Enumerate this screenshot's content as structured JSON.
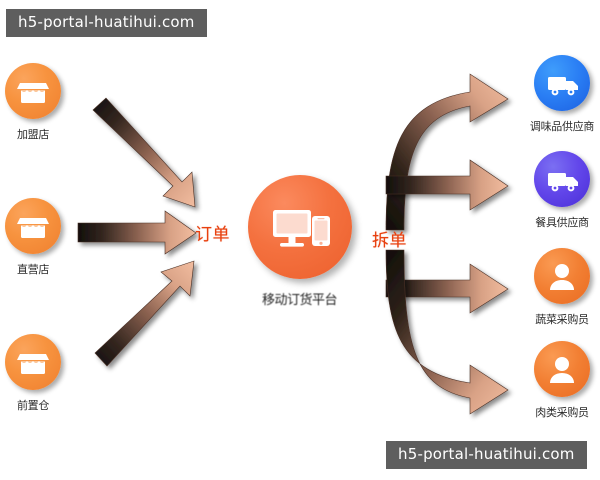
{
  "watermarks": {
    "top": "h5-portal-huatihui.com",
    "bottom": "h5-portal-huatihui.com"
  },
  "center": {
    "label": "移动订货平台",
    "icon": "desktop-mobile-icon",
    "color": "#f4713f"
  },
  "flow_labels": {
    "order": "订单",
    "split": "拆单",
    "color": "#e8400e"
  },
  "sources": [
    {
      "label": "加盟店",
      "icon": "storefront-icon",
      "color": "#f7933f"
    },
    {
      "label": "直营店",
      "icon": "storefront-icon",
      "color": "#f7933f"
    },
    {
      "label": "前置仓",
      "icon": "storefront-icon",
      "color": "#f7933f"
    }
  ],
  "targets": [
    {
      "label": "调味品供应商",
      "icon": "delivery-truck-icon",
      "color": "#2a7ef4"
    },
    {
      "label": "餐具供应商",
      "icon": "delivery-truck-icon",
      "color": "#6246ea"
    },
    {
      "label": "蔬菜采购员",
      "icon": "person-icon",
      "color": "#f27f33"
    },
    {
      "label": "肉类采购员",
      "icon": "person-icon",
      "color": "#f27f33"
    }
  ],
  "arrows": {
    "gradient_dark": "#171210",
    "gradient_light": "#f0b89a",
    "inbound_count": 3,
    "outbound_count": 4
  }
}
